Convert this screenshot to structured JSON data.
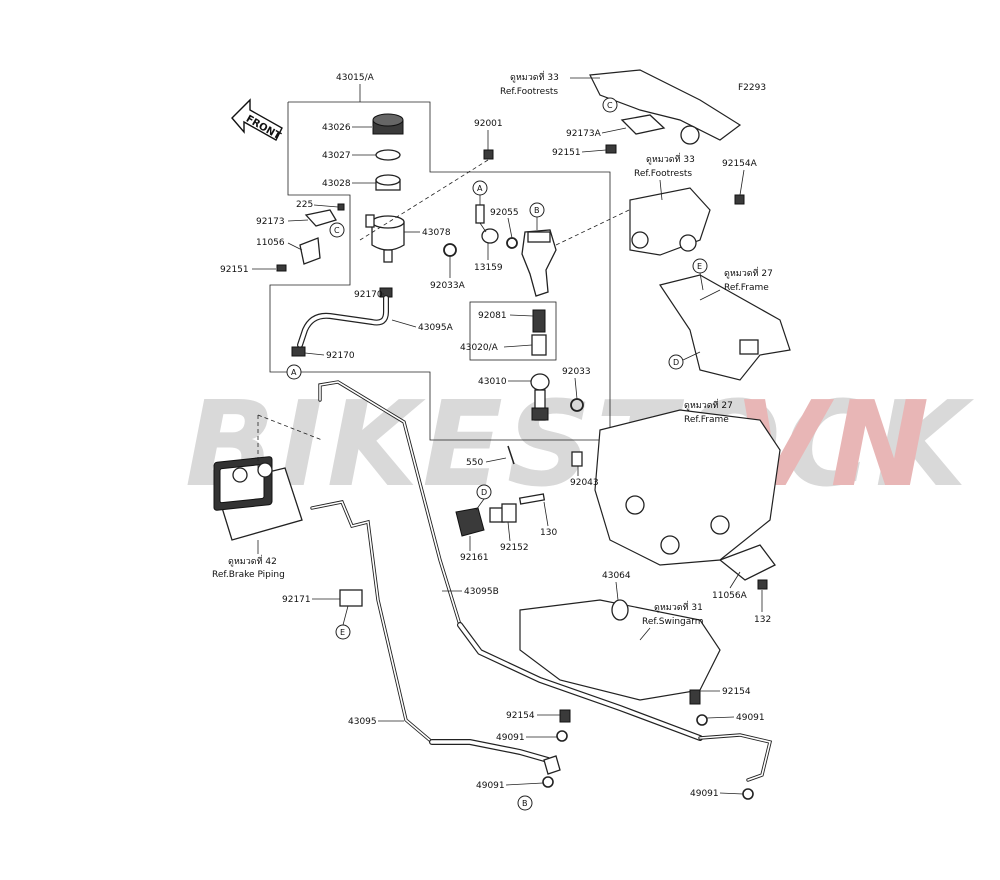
{
  "diagram_code": "F2293",
  "front_label": "FRONT",
  "watermark": {
    "text_main": "BIKESTOCK",
    "text_accent": "VN"
  },
  "part_numbers": [
    "43015/A",
    "43026",
    "43027",
    "43028",
    "225",
    "92173",
    "11056",
    "92151",
    "92001",
    "43078",
    "92170",
    "43095A",
    "92170",
    "13159",
    "92055",
    "92033A",
    "92081",
    "43020/A",
    "43010",
    "92033",
    "550",
    "92043",
    "92161",
    "92152",
    "130",
    "92171",
    "43095B",
    "43095",
    "92154",
    "49091",
    "49091",
    "92173A",
    "92151",
    "92154A",
    "43064",
    "11056A",
    "132",
    "92154",
    "49091",
    "49091"
  ],
  "references": [
    {
      "thai": "ดูหมวดที่ 33",
      "ref": "Ref.Footrests"
    },
    {
      "thai": "ดูหมวดที่ 33",
      "ref": "Ref.Footrests"
    },
    {
      "thai": "ดูหมวดที่ 27",
      "ref": "Ref.Frame"
    },
    {
      "thai": "ดูหมวดที่ 27",
      "ref": "Ref.Frame"
    },
    {
      "thai": "ดูหมวดที่ 42",
      "ref": "Ref.Brake Piping"
    },
    {
      "thai": "ดูหมวดที่ 31",
      "ref": "Ref.Swingarm"
    }
  ],
  "markers": [
    "A",
    "A",
    "B",
    "B",
    "C",
    "C",
    "D",
    "D",
    "E",
    "E"
  ]
}
